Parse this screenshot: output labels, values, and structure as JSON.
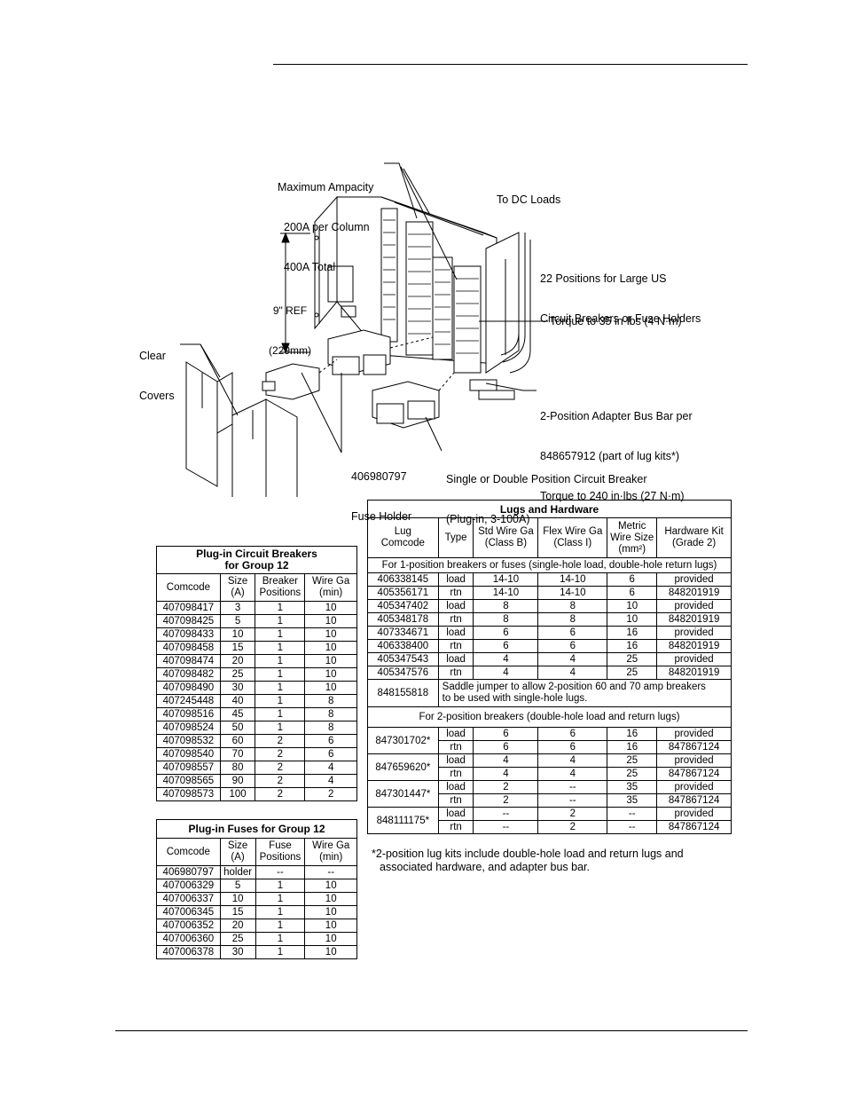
{
  "diagram": {
    "callouts": {
      "max_ampacity": [
        "Maximum Ampacity",
        "200A per Column",
        "400A Total"
      ],
      "to_dc_loads": "To DC Loads",
      "positions": [
        "22 Positions for Large US",
        "Circuit Breakers or Fuse Holders"
      ],
      "ref_height": [
        "9\" REF",
        "(229mm)"
      ],
      "clear_covers": [
        "Clear",
        "Covers"
      ],
      "torque_35": "Torque to 35 in·lbs (4 N·m)",
      "adapter": [
        "2-Position Adapter Bus Bar per",
        "848657912 (part of lug kits*)",
        "Torque to 240 in·lbs (27 N·m)"
      ],
      "fuse_holder": [
        "406980797",
        "Fuse Holder"
      ],
      "breaker": [
        "Single or Double Position Circuit Breaker",
        "(Plug-in, 3-100A)"
      ]
    }
  },
  "breakers_table": {
    "title": [
      "Plug-in Circuit Breakers",
      "for Group 12"
    ],
    "headers": [
      [
        "Comcode"
      ],
      [
        "Size",
        "(A)"
      ],
      [
        "Breaker",
        "Positions"
      ],
      [
        "Wire Ga",
        "(min)"
      ]
    ],
    "rows": [
      [
        "407098417",
        "3",
        "1",
        "10"
      ],
      [
        "407098425",
        "5",
        "1",
        "10"
      ],
      [
        "407098433",
        "10",
        "1",
        "10"
      ],
      [
        "407098458",
        "15",
        "1",
        "10"
      ],
      [
        "407098474",
        "20",
        "1",
        "10"
      ],
      [
        "407098482",
        "25",
        "1",
        "10"
      ],
      [
        "407098490",
        "30",
        "1",
        "10"
      ],
      [
        "407245448",
        "40",
        "1",
        "8"
      ],
      [
        "407098516",
        "45",
        "1",
        "8"
      ],
      [
        "407098524",
        "50",
        "1",
        "8"
      ],
      [
        "407098532",
        "60",
        "2",
        "6"
      ],
      [
        "407098540",
        "70",
        "2",
        "6"
      ],
      [
        "407098557",
        "80",
        "2",
        "4"
      ],
      [
        "407098565",
        "90",
        "2",
        "4"
      ],
      [
        "407098573",
        "100",
        "2",
        "2"
      ]
    ]
  },
  "fuses_table": {
    "title": "Plug-in Fuses for Group 12",
    "headers": [
      [
        "Comcode"
      ],
      [
        "Size",
        "(A)"
      ],
      [
        "Fuse",
        "Positions"
      ],
      [
        "Wire Ga",
        "(min)"
      ]
    ],
    "rows": [
      [
        "406980797",
        "holder",
        "--",
        "--"
      ],
      [
        "407006329",
        "5",
        "1",
        "10"
      ],
      [
        "407006337",
        "10",
        "1",
        "10"
      ],
      [
        "407006345",
        "15",
        "1",
        "10"
      ],
      [
        "407006352",
        "20",
        "1",
        "10"
      ],
      [
        "407006360",
        "25",
        "1",
        "10"
      ],
      [
        "407006378",
        "30",
        "1",
        "10"
      ]
    ]
  },
  "lugs_table": {
    "title": "Lugs and Hardware",
    "headers": [
      [
        "Lug",
        "Comcode"
      ],
      [
        "Type"
      ],
      [
        "Std Wire Ga",
        "(Class B)"
      ],
      [
        "Flex Wire Ga",
        "(Class I)"
      ],
      [
        "Metric",
        "Wire Size",
        "(mm²)"
      ],
      [
        "Hardware Kit",
        "(Grade 2)"
      ]
    ],
    "section1": "For 1-position breakers or fuses (single-hole load, double-hole return lugs)",
    "rows1": [
      [
        "406338145",
        "load",
        "14-10",
        "14-10",
        "6",
        "provided"
      ],
      [
        "405356171",
        "rtn",
        "14-10",
        "14-10",
        "6",
        "848201919"
      ],
      [
        "405347402",
        "load",
        "8",
        "8",
        "10",
        "provided"
      ],
      [
        "405348178",
        "rtn",
        "8",
        "8",
        "10",
        "848201919"
      ],
      [
        "407334671",
        "load",
        "6",
        "6",
        "16",
        "provided"
      ],
      [
        "406338400",
        "rtn",
        "6",
        "6",
        "16",
        "848201919"
      ],
      [
        "405347543",
        "load",
        "4",
        "4",
        "25",
        "provided"
      ],
      [
        "405347576",
        "rtn",
        "4",
        "4",
        "25",
        "848201919"
      ]
    ],
    "saddle": {
      "comcode": "848155818",
      "text": [
        "Saddle jumper to allow 2-position 60 and 70 amp breakers",
        "to be used with single-hole lugs."
      ]
    },
    "section2": "For 2-position breakers (double-hole load and return lugs)",
    "groups2": [
      {
        "comcode": "847301702*",
        "rows": [
          [
            "load",
            "6",
            "6",
            "16",
            "provided"
          ],
          [
            "rtn",
            "6",
            "6",
            "16",
            "847867124"
          ]
        ]
      },
      {
        "comcode": "847659620*",
        "rows": [
          [
            "load",
            "4",
            "4",
            "25",
            "provided"
          ],
          [
            "rtn",
            "4",
            "4",
            "25",
            "847867124"
          ]
        ]
      },
      {
        "comcode": "847301447*",
        "rows": [
          [
            "load",
            "2",
            "--",
            "35",
            "provided"
          ],
          [
            "rtn",
            "2",
            "--",
            "35",
            "847867124"
          ]
        ]
      },
      {
        "comcode": "848111175*",
        "rows": [
          [
            "load",
            "--",
            "2",
            "--",
            "provided"
          ],
          [
            "rtn",
            "--",
            "2",
            "--",
            "847867124"
          ]
        ]
      }
    ],
    "footnote": [
      "*2-position lug kits include double-hole load and return lugs and",
      "associated hardware, and adapter bus bar."
    ]
  }
}
